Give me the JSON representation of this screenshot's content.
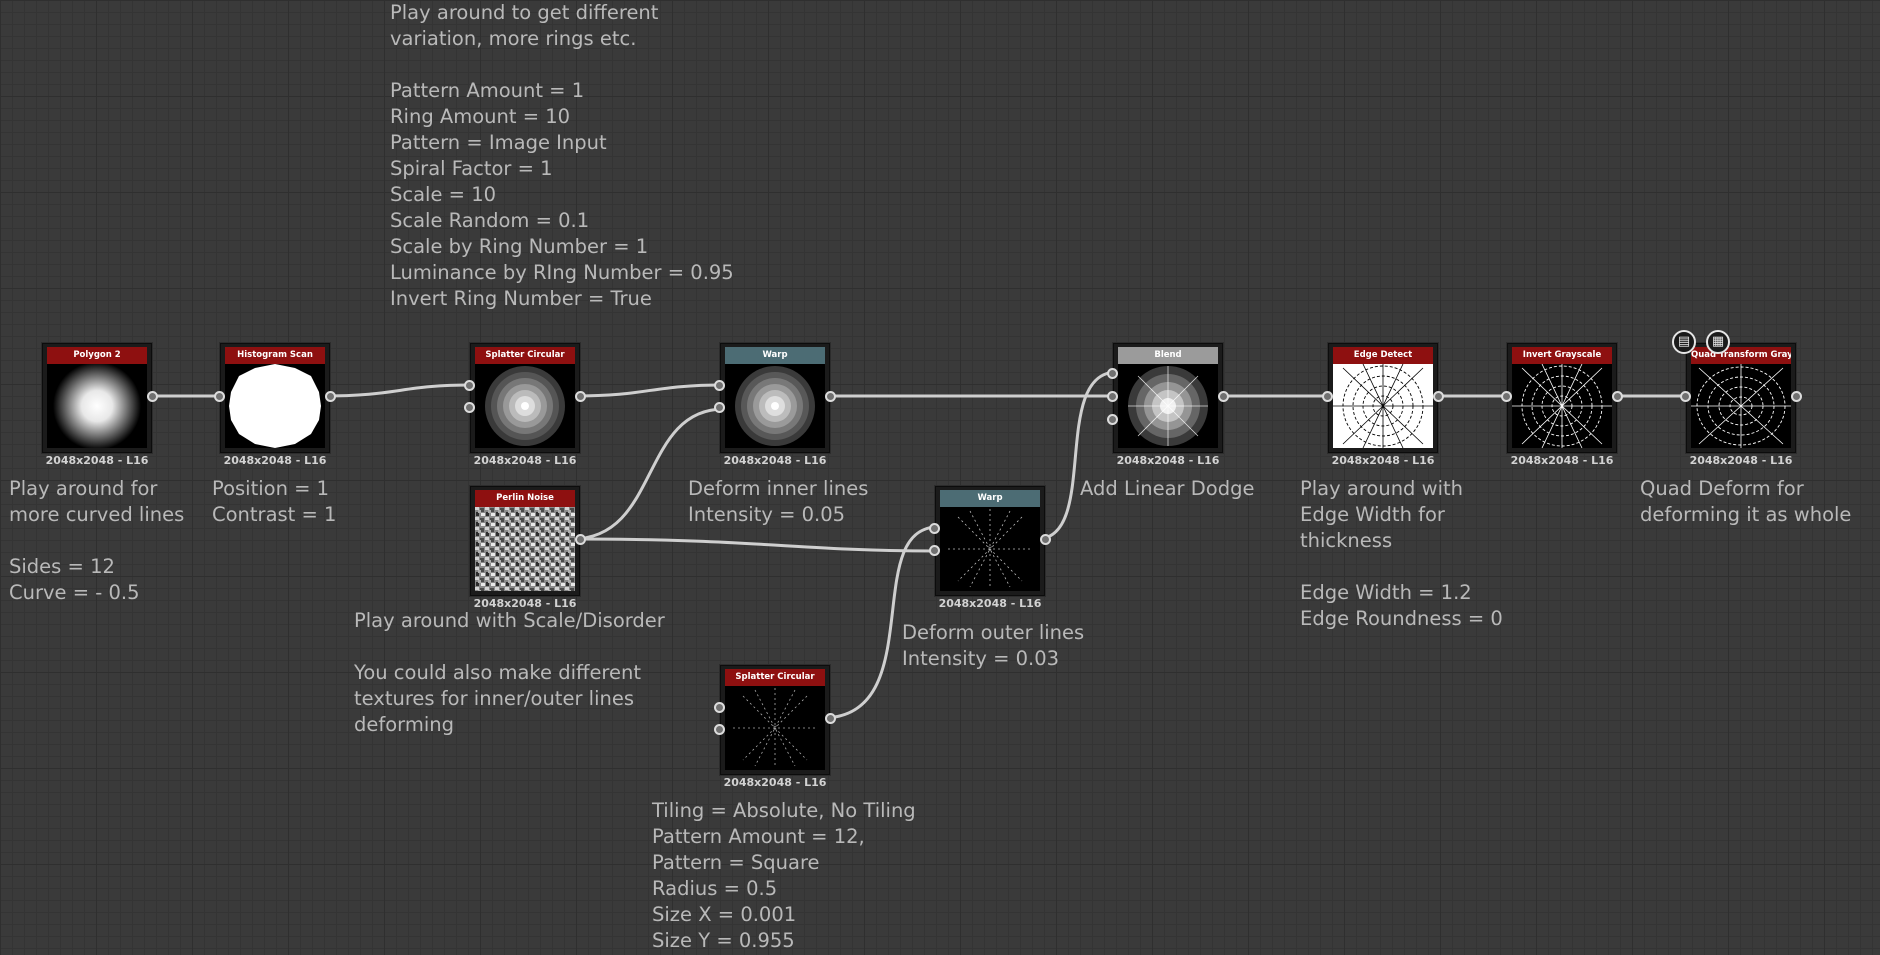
{
  "comments": {
    "splatter_params": "Play around to get different\nvariation, more rings etc.\n\nPattern Amount = 1\nRing Amount = 10\nPattern = Image Input\nSpiral Factor = 1\nScale = 10\nScale Random = 0.1\nScale by Ring Number = 1\nLuminance by RIng Number = 0.95\nInvert Ring Number = True",
    "polygon": "Play around for\nmore curved lines\n\nSides = 12\nCurve = - 0.5",
    "histogram": "Position = 1\nContrast = 1",
    "warp_inner": "Deform inner lines\nIntensity = 0.05",
    "blend": "Add Linear Dodge",
    "edge": "Play around with\nEdge Width for\nthickness\n\nEdge Width = 1.2\nEdge Roundness = 0",
    "quad": "Quad Deform for\ndeforming it as whole",
    "perlin": "Play around with Scale/Disorder\n\nYou could also make different\ntextures for inner/outer lines\ndeforming",
    "warp_outer": "Deform outer lines\nIntensity = 0.03",
    "splatter2": "Tiling = Absolute, No Tiling\nPattern Amount = 12,\nPattern = Square\nRadius = 0.5\nSize X = 0.001\nSize Y = 0.955"
  },
  "nodes": {
    "polygon": {
      "title": "Polygon 2",
      "res": "2048x2048 - L16"
    },
    "histogram": {
      "title": "Histogram Scan",
      "res": "2048x2048 - L16"
    },
    "splatter1": {
      "title": "Splatter Circular",
      "res": "2048x2048 - L16"
    },
    "warp1": {
      "title": "Warp",
      "res": "2048x2048 - L16"
    },
    "blend": {
      "title": "Blend",
      "res": "2048x2048 - L16"
    },
    "edge": {
      "title": "Edge Detect",
      "res": "2048x2048 - L16"
    },
    "invert": {
      "title": "Invert Grayscale",
      "res": "2048x2048 - L16"
    },
    "quad": {
      "title": "Quad Transform Grays...",
      "res": "2048x2048 - L16"
    },
    "perlin": {
      "title": "Perlin Noise",
      "res": "2048x2048 - L16"
    },
    "warp2": {
      "title": "Warp",
      "res": "2048x2048 - L16"
    },
    "splatter2": {
      "title": "Splatter Circular",
      "res": "2048x2048 - L16"
    }
  },
  "icons": {
    "node_info": "document-icon",
    "node_preview": "checker-icon"
  },
  "colors": {
    "background": "#3a3a3a",
    "title_red": "#8e1010",
    "title_teal": "#4c6c74",
    "title_gray": "#9b9b9b",
    "wire": "#cfcfcf",
    "comment_text": "#b9b9b9"
  }
}
